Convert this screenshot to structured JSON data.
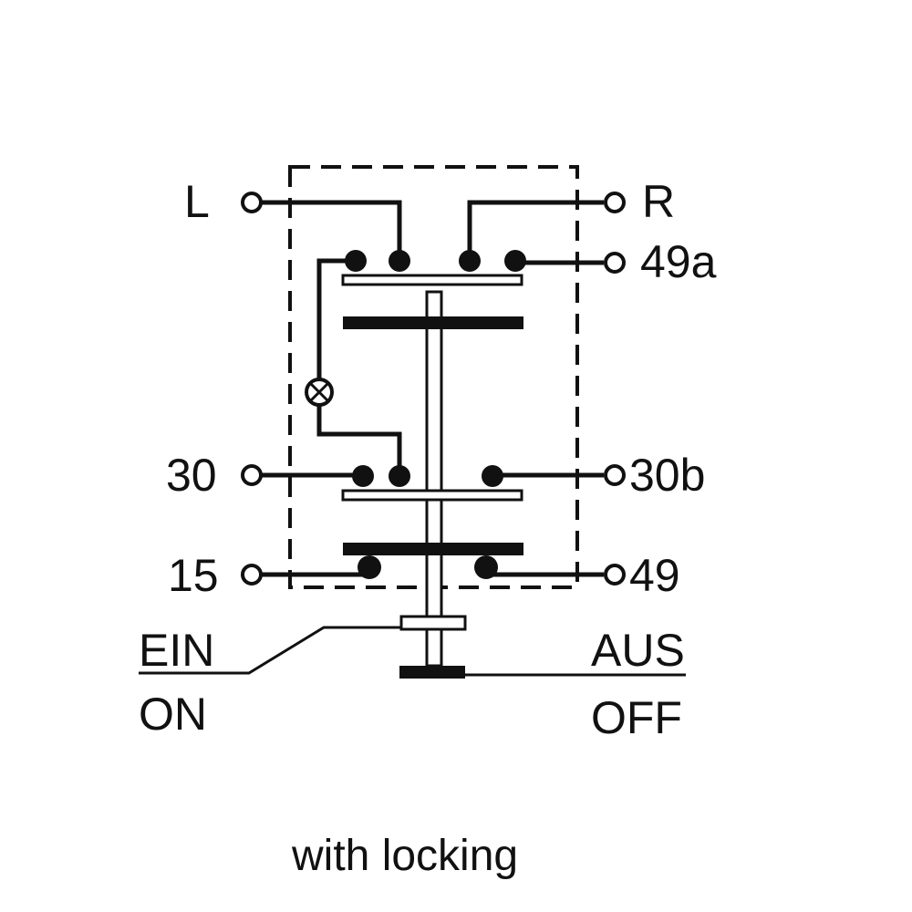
{
  "terminals": {
    "L": "L",
    "R": "R",
    "t49a": "49a",
    "t30": "30",
    "t30b": "30b",
    "t15": "15",
    "t49": "49"
  },
  "positions": {
    "on_de": "EIN",
    "on_en": "ON",
    "off_de": "AUS",
    "off_en": "OFF"
  },
  "caption": "with locking"
}
